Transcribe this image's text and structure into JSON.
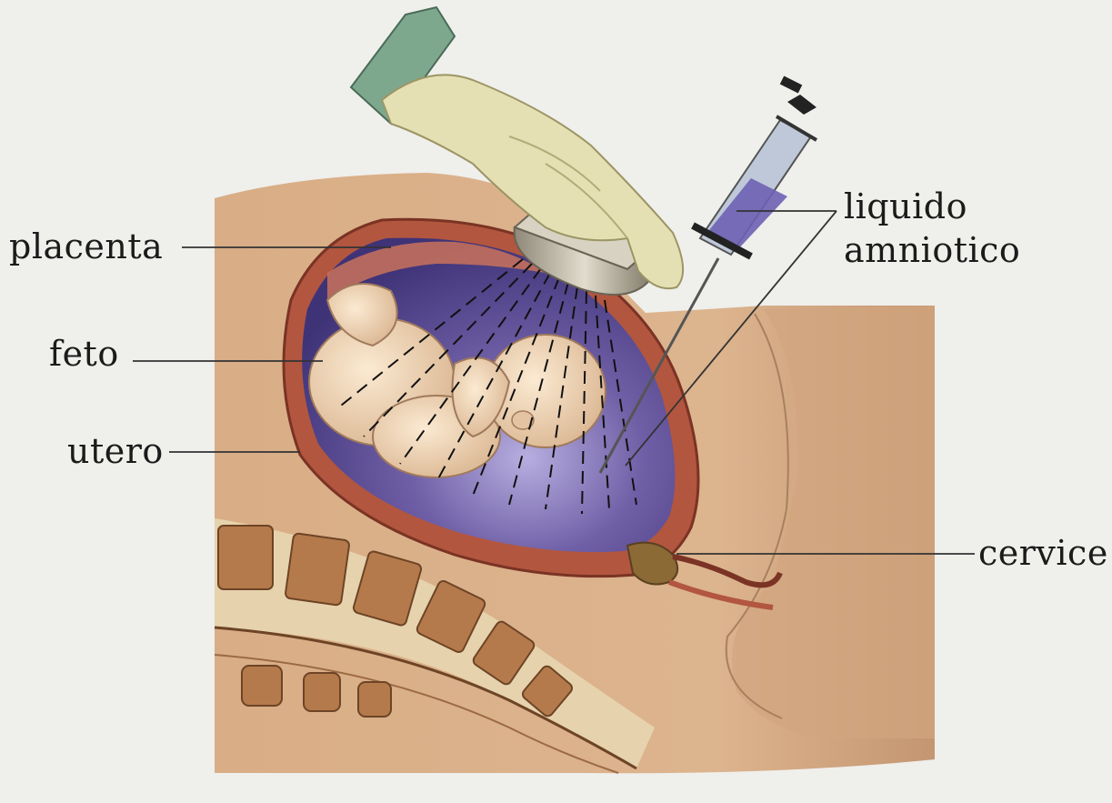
{
  "labels": {
    "placenta": "placenta",
    "feto": "feto",
    "utero": "utero",
    "liquido_line1": "liquido",
    "liquido_line2": "amniotico",
    "cervice": "cervice"
  },
  "colors": {
    "background": "#efefec",
    "skin": "#dcb48e",
    "uterus_wall": "#b2563f",
    "amniotic_fluid": "#6f5fa6",
    "fetus": "#f0d6b6",
    "glove": "#e5e0b4",
    "sleeve": "#7ea88e",
    "probe": "#bdb6a4",
    "bone": "#e9d9b4",
    "vertebra": "#b57a4b",
    "leader_line": "#333333"
  },
  "icons": {
    "hand": "gloved-hand-icon",
    "syringe": "syringe-icon",
    "probe": "ultrasound-probe-icon"
  }
}
